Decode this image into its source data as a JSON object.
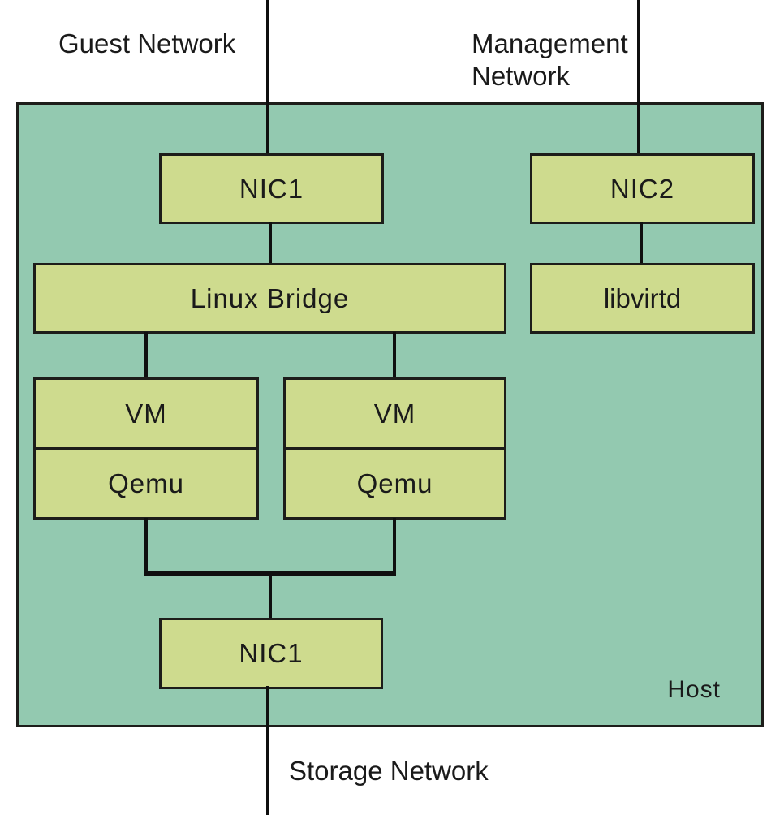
{
  "networks": {
    "guest": "Guest Network",
    "management": "Management Network",
    "storage": "Storage Network"
  },
  "host": {
    "label": "Host",
    "nic1_top": "NIC1",
    "nic2": "NIC2",
    "linux_bridge": "Linux Bridge",
    "libvirtd": "libvirtd",
    "vms": [
      {
        "vm": "VM",
        "hypervisor": "Qemu"
      },
      {
        "vm": "VM",
        "hypervisor": "Qemu"
      }
    ],
    "nic1_bottom": "NIC1"
  },
  "colors": {
    "background": "#ffffff",
    "host_fill": "#93c9b0",
    "box_fill": "#cedb8e",
    "border": "#1d1d1a",
    "line": "#0f0f0f",
    "text": "#1a1a1a"
  }
}
